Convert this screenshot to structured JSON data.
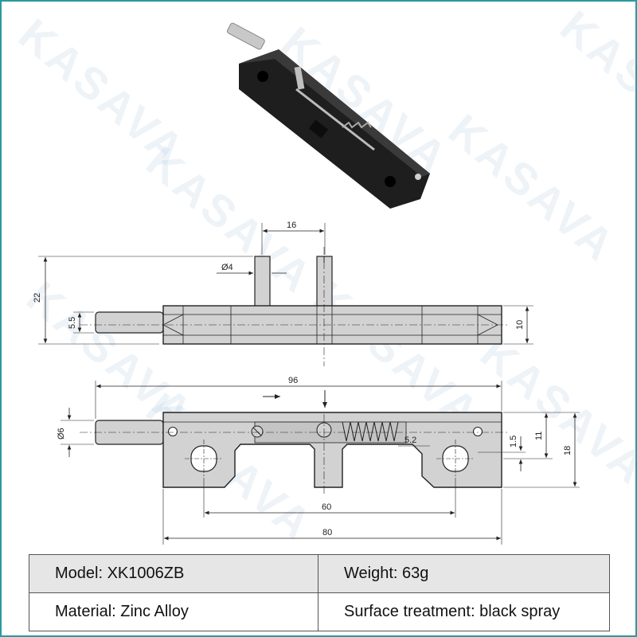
{
  "watermark": {
    "text": "KASAVA",
    "color": "#7fa9cf"
  },
  "dimensions": {
    "top": {
      "pin_spacing": "16",
      "pin_diameter": "Ø4",
      "height": "22",
      "bar_height": "10",
      "rod_height": "5.5"
    },
    "front": {
      "length_overall": "96",
      "rod_diameter": "Ø6",
      "height": "18",
      "body_height": "11",
      "offset": "1.5",
      "spring_dim": "5.2",
      "hole_spacing": "60",
      "body_length": "80"
    }
  },
  "spec": {
    "model": "Model: XK1006ZB",
    "weight": "Weight: 63g",
    "material": "Material: Zinc Alloy",
    "surface": "Surface treatment: black spray"
  },
  "colors": {
    "frame": "#2a9aa0",
    "table_row_1": "#e6e6e6",
    "part_fill": "#d2d2d2",
    "product_black": "#1e1e1e"
  }
}
